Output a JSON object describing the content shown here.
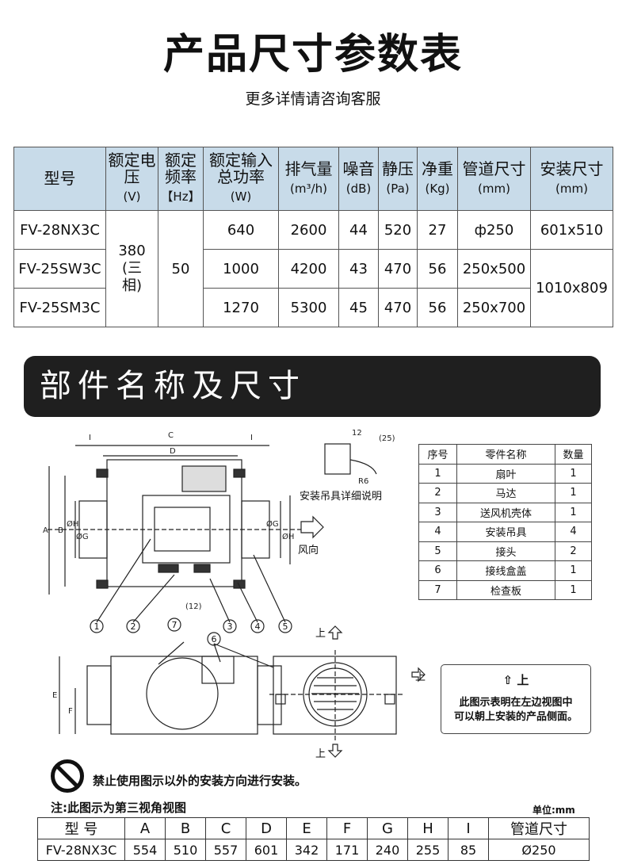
{
  "header": {
    "title": "产品尺寸参数表",
    "subtitle": "更多详情请咨询客服"
  },
  "spec_table": {
    "headers": [
      {
        "label": "型号",
        "unit": ""
      },
      {
        "label": "额定电压",
        "unit": "(V)"
      },
      {
        "label": "额定频率",
        "unit": "【Hz】"
      },
      {
        "label": "额定输入总功率",
        "unit": "(W)"
      },
      {
        "label": "排气量",
        "unit": "(m³/h)"
      },
      {
        "label": "噪音",
        "unit": "(dB)"
      },
      {
        "label": "静压",
        "unit": "(Pa)"
      },
      {
        "label": "净重",
        "unit": "(Kg)"
      },
      {
        "label": "管道尺寸",
        "unit": "(mm)"
      },
      {
        "label": "安装尺寸",
        "unit": "(mm)"
      }
    ],
    "voltage": "380 (三相)",
    "frequency": "50",
    "rows": [
      {
        "model": "FV-28NX3C",
        "power": "640",
        "air": "2600",
        "noise": "44",
        "pressure": "520",
        "weight": "27",
        "duct": "ф250",
        "install": "601x510"
      },
      {
        "model": "FV-25SW3C",
        "power": "1000",
        "air": "4200",
        "noise": "43",
        "pressure": "470",
        "weight": "56",
        "duct": "250x500",
        "install": "1010x809"
      },
      {
        "model": "FV-25SM3C",
        "power": "1270",
        "air": "5300",
        "noise": "45",
        "pressure": "470",
        "weight": "56",
        "duct": "250x700"
      }
    ]
  },
  "banner": {
    "text": "部件名称及尺寸"
  },
  "diagram": {
    "dim_labels": {
      "c": "C",
      "d": "D",
      "i": "I",
      "a": "A",
      "b": "B",
      "h": "ØH",
      "g": "ØG",
      "e": "E",
      "f": "F",
      "d12": "12",
      "d25": "(25)",
      "r6": "R6",
      "d12b": "(12)"
    },
    "hanger_caption": "安装吊具详细说明",
    "wind_label": "风向",
    "up_label": "上",
    "callouts": [
      "1",
      "2",
      "3",
      "4",
      "5",
      "6",
      "7"
    ]
  },
  "parts_table": {
    "headers": [
      "序号",
      "零件名称",
      "数量"
    ],
    "rows": [
      [
        "1",
        "扇叶",
        "1"
      ],
      [
        "2",
        "马达",
        "1"
      ],
      [
        "3",
        "送风机壳体",
        "1"
      ],
      [
        "4",
        "安装吊具",
        "4"
      ],
      [
        "5",
        "接头",
        "2"
      ],
      [
        "6",
        "接线盒盖",
        "1"
      ],
      [
        "7",
        "检查板",
        "1"
      ]
    ]
  },
  "note_box": {
    "up": "上",
    "line1": "此图示表明在左边视图中",
    "line2": "可以朝上安装的产品侧面。"
  },
  "warning": "禁止使用图示以外的安装方向进行安装。",
  "note": "注:此图示为第三视角视图",
  "unit": "单位:mm",
  "dims_table": {
    "headers": [
      "型 号",
      "A",
      "B",
      "C",
      "D",
      "E",
      "F",
      "G",
      "H",
      "I",
      "管道尺寸"
    ],
    "values": [
      "FV-28NX3C",
      "554",
      "510",
      "557",
      "601",
      "342",
      "171",
      "240",
      "255",
      "85",
      "Ø250"
    ]
  }
}
